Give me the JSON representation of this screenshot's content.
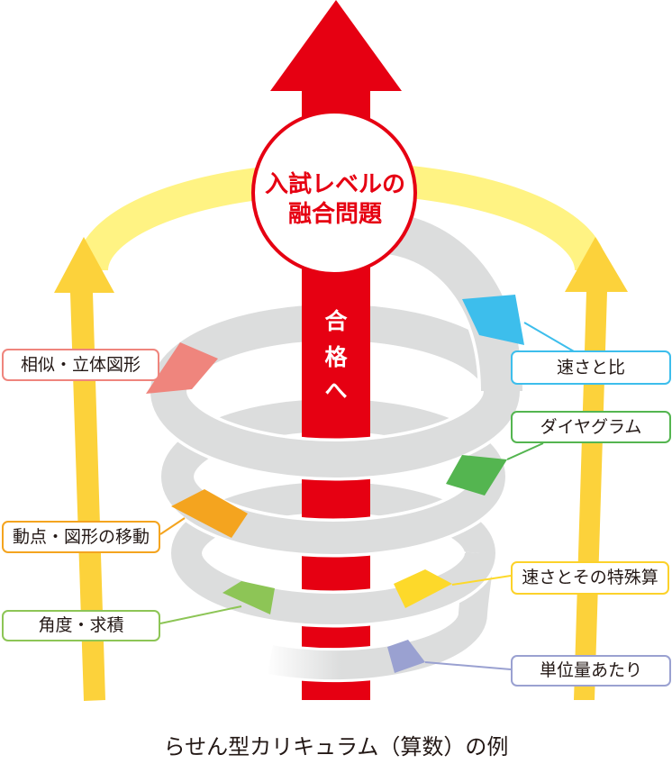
{
  "figure": {
    "center_arrow": {
      "color": "#E60012",
      "goal_circle": {
        "line1": "入試レベルの",
        "line2": "融合問題"
      },
      "shaft_label": [
        "合",
        "格",
        "へ"
      ]
    },
    "side_arrows": {
      "arrow_color": "#FCD23B",
      "arc_color": "#FFF383"
    },
    "spiral": {
      "band_color": "#DCDDDD",
      "topics": [
        {
          "label": "相似・立体図形",
          "color": "#EF857D",
          "side": "left"
        },
        {
          "label": "速さと比",
          "color": "#3DBEEC",
          "side": "right"
        },
        {
          "label": "ダイヤグラム",
          "color": "#54B550",
          "side": "right"
        },
        {
          "label": "動点・図形の移動",
          "color": "#F4A41F",
          "side": "left"
        },
        {
          "label": "速さとその特殊算",
          "color": "#FDD92A",
          "side": "right"
        },
        {
          "label": "角度・求積",
          "color": "#8DC556",
          "side": "left"
        },
        {
          "label": "単位量あたり",
          "color": "#9AA1D1",
          "side": "right"
        }
      ]
    },
    "caption": "らせん型カリキュラム（算数）の例"
  }
}
